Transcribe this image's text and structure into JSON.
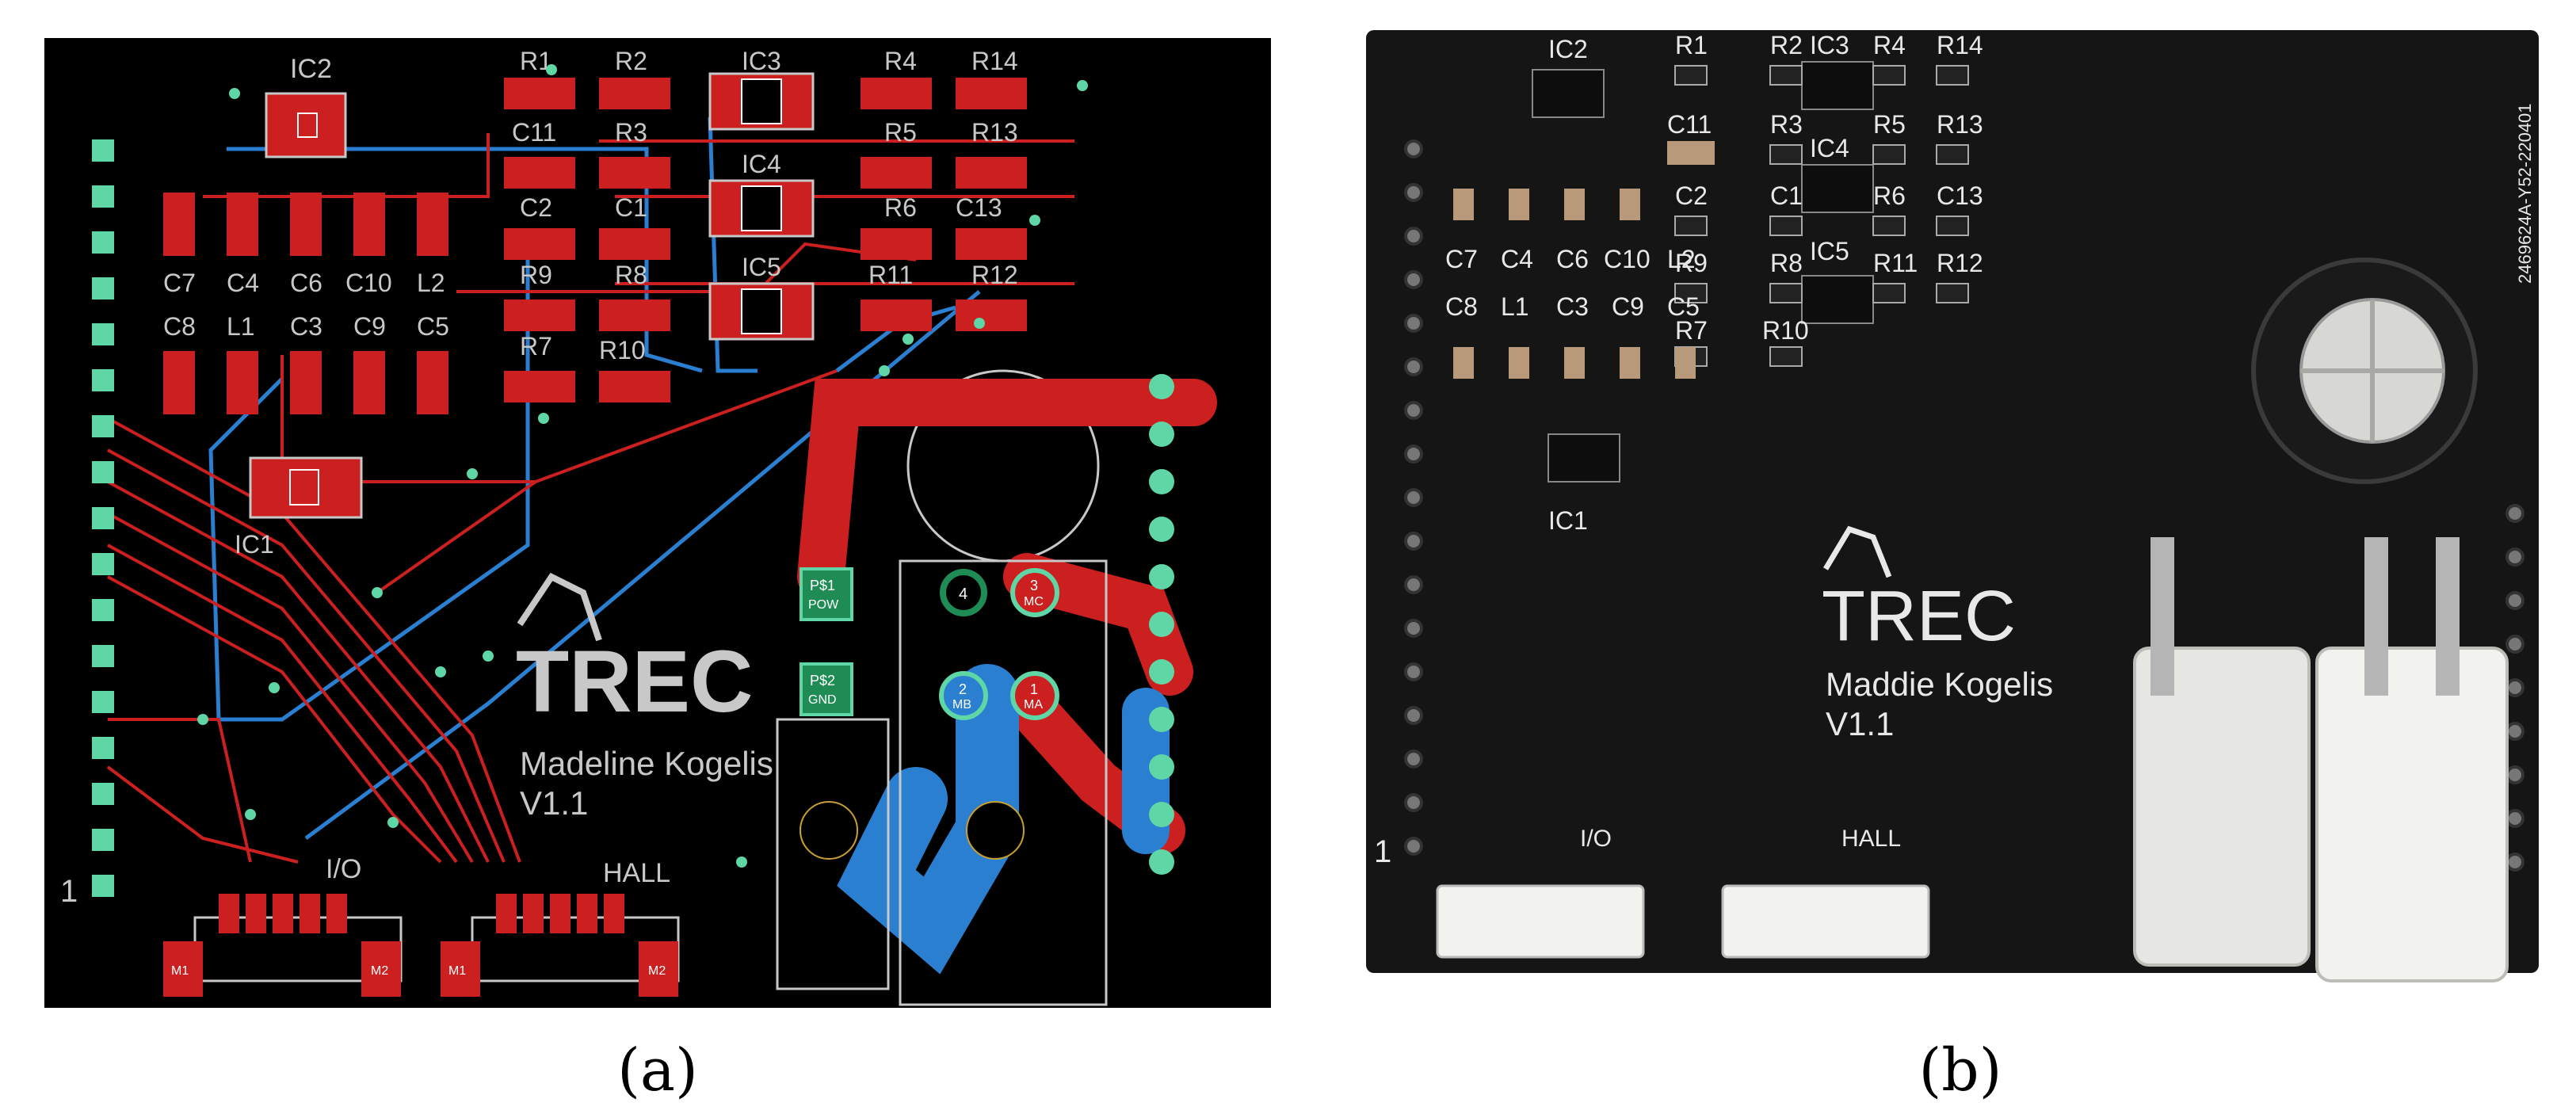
{
  "figure": {
    "panel_a": {
      "caption": "(a)",
      "author_label": "Madeline Kogelis",
      "version_label": "V1.1",
      "logo_text": "TREC",
      "pin_one_label": "1",
      "connector_labels": [
        "I/O",
        "HALL"
      ],
      "connector_pin_labels": [
        "M1",
        "M2"
      ],
      "pad_labels": [
        {
          "id": "P$1",
          "sub": "POW"
        },
        {
          "id": "P$2",
          "sub": "GND"
        }
      ],
      "motor_pad_labels": [
        {
          "num": "4",
          "sub": ""
        },
        {
          "num": "3",
          "sub": "MC"
        },
        {
          "num": "2",
          "sub": "MB"
        },
        {
          "num": "1",
          "sub": "MA"
        }
      ],
      "component_labels": [
        "IC2",
        "R1",
        "R2",
        "IC3",
        "R4",
        "R14",
        "C11",
        "R3",
        "R5",
        "R13",
        "IC4",
        "C2",
        "C1",
        "R6",
        "C13",
        "C7",
        "C4",
        "C6",
        "C10",
        "L2",
        "IC5",
        "R9",
        "R8",
        "R11",
        "R12",
        "C8",
        "L1",
        "C3",
        "C9",
        "C5",
        "R7",
        "R10",
        "IC1"
      ],
      "colors": {
        "background": "#000000",
        "top_copper": "#cc1f1f",
        "bottom_copper": "#2b7fd1",
        "via": "#5fd6a6",
        "silkscreen": "#c8c8c8"
      }
    },
    "panel_b": {
      "caption": "(b)",
      "author_label": "Maddie Kogelis",
      "version_label": "V1.1",
      "logo_text": "TREC",
      "pin_one_label": "1",
      "serial_text": "2469624A-Y52-220401",
      "connector_labels": [
        "I/O",
        "HALL"
      ],
      "component_labels": [
        "IC2",
        "R1",
        "R2",
        "IC3",
        "R4",
        "R14",
        "C11",
        "R3",
        "R5",
        "R13",
        "IC4",
        "C2",
        "C1",
        "R6",
        "C13",
        "R9",
        "R8",
        "IC5",
        "R11",
        "R12",
        "C7",
        "C4",
        "C6",
        "C10",
        "L2",
        "C8",
        "L1",
        "C3",
        "C9",
        "C5",
        "R7",
        "R10",
        "IC1"
      ],
      "colors": {
        "board": "#151515",
        "silkscreen": "#e8e8e8",
        "capacitor": "#1a1a1a",
        "connector": "#f2f2ee"
      }
    }
  }
}
